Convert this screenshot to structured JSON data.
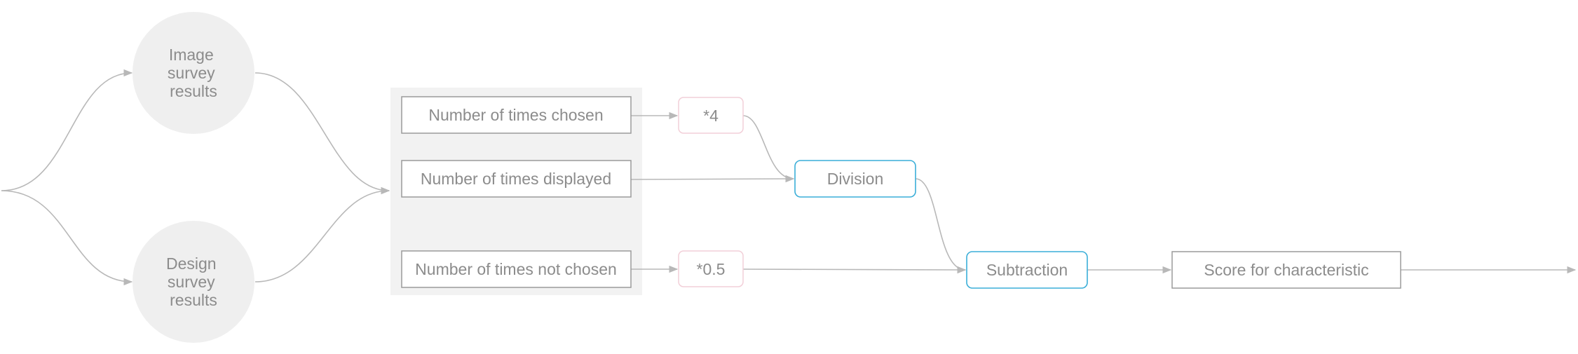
{
  "nodes": {
    "image_survey": {
      "lines": [
        "Image",
        "survey",
        "results"
      ]
    },
    "design_survey": {
      "lines": [
        "Design",
        "survey",
        "results"
      ]
    },
    "times_chosen": {
      "label": "Number of times chosen"
    },
    "times_displayed": {
      "label": "Number of times displayed"
    },
    "times_not_chosen": {
      "label": "Number of times not chosen"
    },
    "multiply_4": {
      "label": "*4"
    },
    "multiply_05": {
      "label": "*0.5"
    },
    "division": {
      "label": "Division"
    },
    "subtraction": {
      "label": "Subtraction"
    },
    "score": {
      "label": "Score for characteristic"
    }
  },
  "colors": {
    "circle_fill": "#efefef",
    "group_fill": "#f2f2f2",
    "box_border": "#9a9a9a",
    "multiplier_border": "#f2cfd8",
    "operation_border": "#3aaed8",
    "edge": "#b8b8b8",
    "text": "#8c8c8c"
  }
}
